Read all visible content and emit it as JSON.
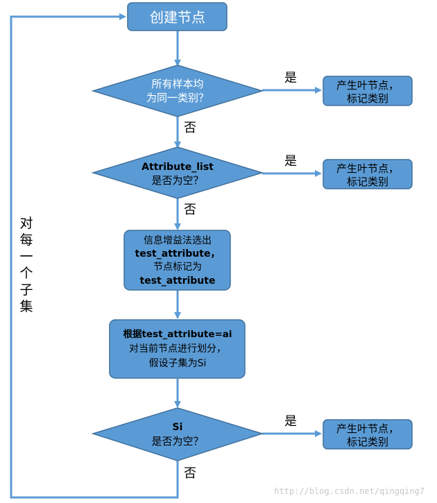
{
  "nodes": {
    "start": "创建节点",
    "decision1": [
      "所有样本均",
      "为同一类别？"
    ],
    "leaf1": [
      "产生叶节点，",
      "标记类别"
    ],
    "decision2": [
      "Attribute_list",
      "是否为空？"
    ],
    "leaf2": [
      "产生叶节点，",
      "标记类别"
    ],
    "process1": [
      "信息增益法选出",
      "test_attribute，",
      "节点标记为",
      "test_attribute"
    ],
    "process2": [
      "根据test_attribute=ai",
      "对当前节点进行划分，",
      "假设子集为Si"
    ],
    "decision3": [
      "Si",
      "是否为空？"
    ],
    "leaf3": [
      "产生叶节点，",
      "标记类别"
    ]
  },
  "edge_labels": {
    "yes1": "是",
    "no1": "否",
    "yes2": "是",
    "no2": "否",
    "yes3": "是",
    "no3": "否",
    "loop": [
      "对",
      "每",
      "一",
      "个",
      "子",
      "集"
    ]
  },
  "watermark": "http://blog.csdn.net/qingqing7",
  "colors": {
    "fill": "#5b9bd5",
    "stroke": "#41719c",
    "arrow": "#5b9bd5"
  }
}
